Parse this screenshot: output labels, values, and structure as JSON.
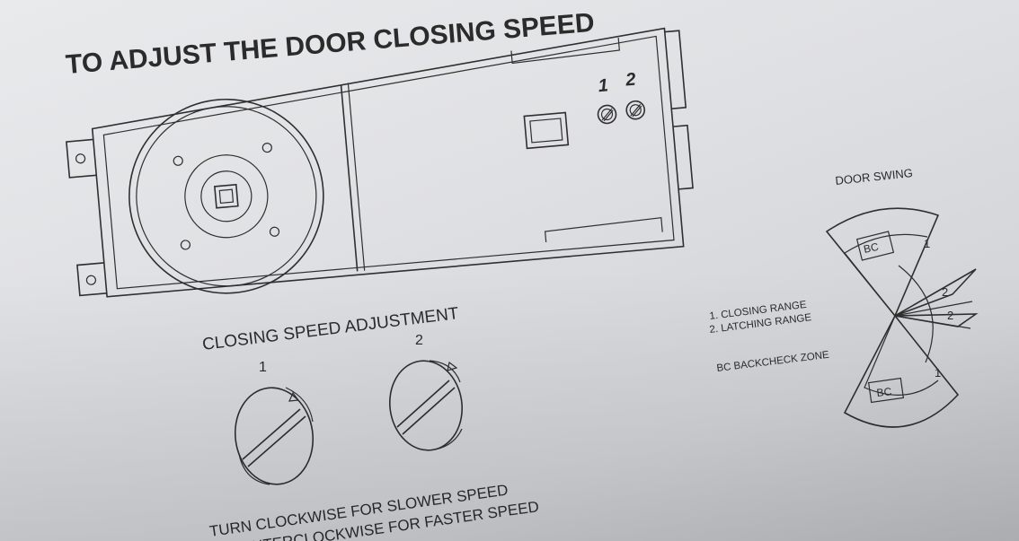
{
  "title": "TO ADJUST THE DOOR CLOSING SPEED",
  "valve_labels": {
    "one": "1",
    "two": "2"
  },
  "adjust": {
    "heading": "CLOSING SPEED ADJUSTMENT",
    "valve_one": "1",
    "valve_two": "2"
  },
  "instructions": {
    "line1": "TURN CLOCKWISE FOR SLOWER SPEED",
    "line2": "COUNTERCLOCKWISE FOR FASTER SPEED"
  },
  "door_swing": {
    "title": "DOOR SWING",
    "zone_bc_upper": "BC",
    "zone_bc_lower": "BC",
    "zone_one_upper": "1",
    "zone_one_lower": "1",
    "zone_two_upper": "2",
    "zone_two_lower": "2"
  },
  "legend": {
    "closing": "1. CLOSING RANGE",
    "latching": "2. LATCHING RANGE",
    "backcheck": "BC BACKCHECK ZONE"
  }
}
